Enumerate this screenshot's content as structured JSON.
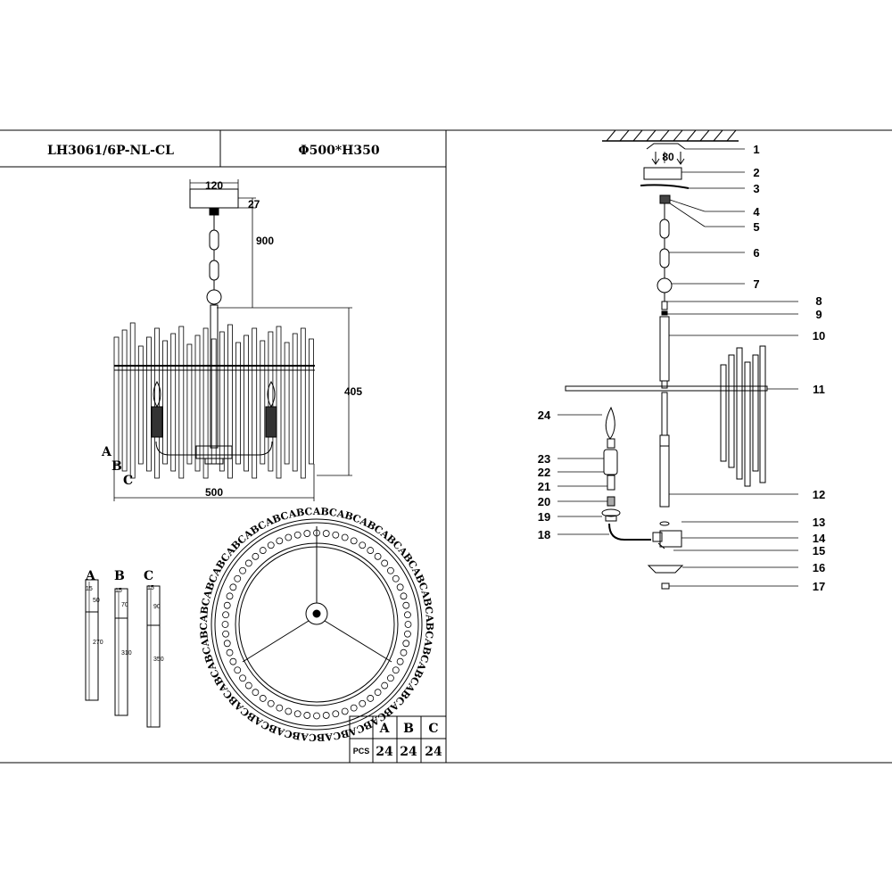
{
  "header": {
    "model": "LH3061/6P-NL-CL",
    "size": "Φ500*H350"
  },
  "dimensions": {
    "canopy_width": "120",
    "canopy_height": "27",
    "chain_length": "900",
    "body_height": "405",
    "body_width": "500",
    "row_a": "A",
    "row_b": "B",
    "row_c": "C"
  },
  "rods": [
    {
      "label": "A",
      "top": "15",
      "mark": "50",
      "length": "270"
    },
    {
      "label": "B",
      "top": "15",
      "mark": "70",
      "length": "310"
    },
    {
      "label": "C",
      "top": "15",
      "mark": "90",
      "length": "350"
    }
  ],
  "ring_text": "ABCABCABCABCABCABCABCABCABCABCABCABCABCABCABCABCABCABCABCABCABCABCABCABCABCABCABCABCABC",
  "table": {
    "headers": [
      "A",
      "B",
      "C"
    ],
    "row_label": "PCS",
    "values": [
      "24",
      "24",
      "24"
    ]
  },
  "assembly": {
    "bracket_width": "80",
    "parts_right": [
      "1",
      "2",
      "3",
      "4",
      "5",
      "6",
      "7",
      "8",
      "9",
      "10",
      "11",
      "12",
      "13",
      "14",
      "15",
      "16",
      "17"
    ],
    "parts_left": [
      "24",
      "23",
      "22",
      "21",
      "20",
      "19",
      "18"
    ]
  }
}
